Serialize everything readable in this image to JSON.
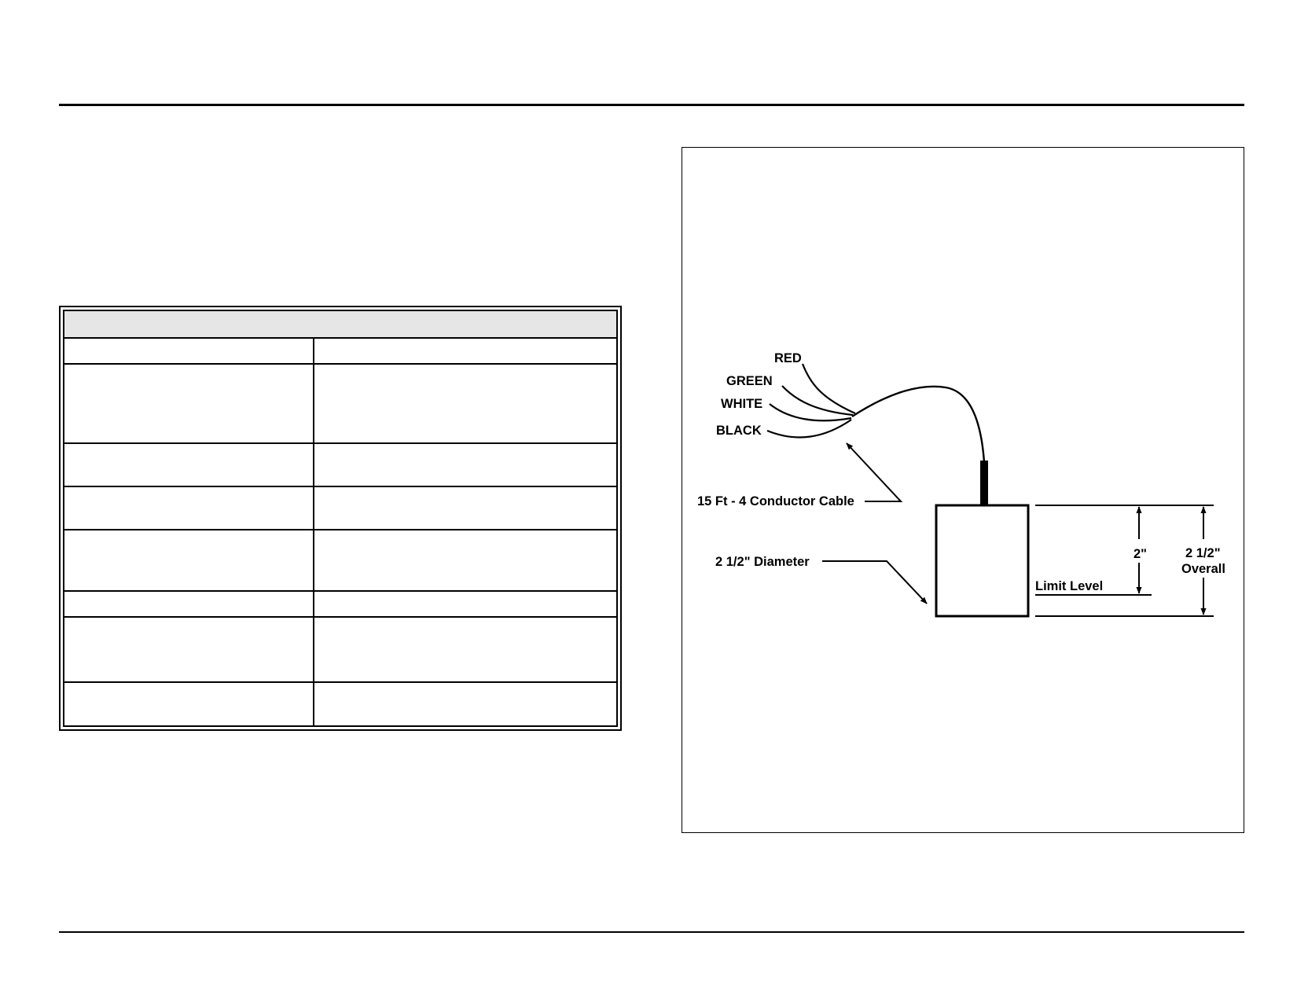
{
  "diagram": {
    "wire_labels": {
      "red": "RED",
      "green": "GREEN",
      "white": "WHITE",
      "black": "BLACK"
    },
    "cable_label": "15 Ft - 4 Conductor Cable",
    "diameter_label": "2 1/2\" Diameter",
    "limit_level_label": "Limit Level",
    "dim_limit": "2\"",
    "dim_overall_1": "2 1/2\"",
    "dim_overall_2": "Overall"
  }
}
